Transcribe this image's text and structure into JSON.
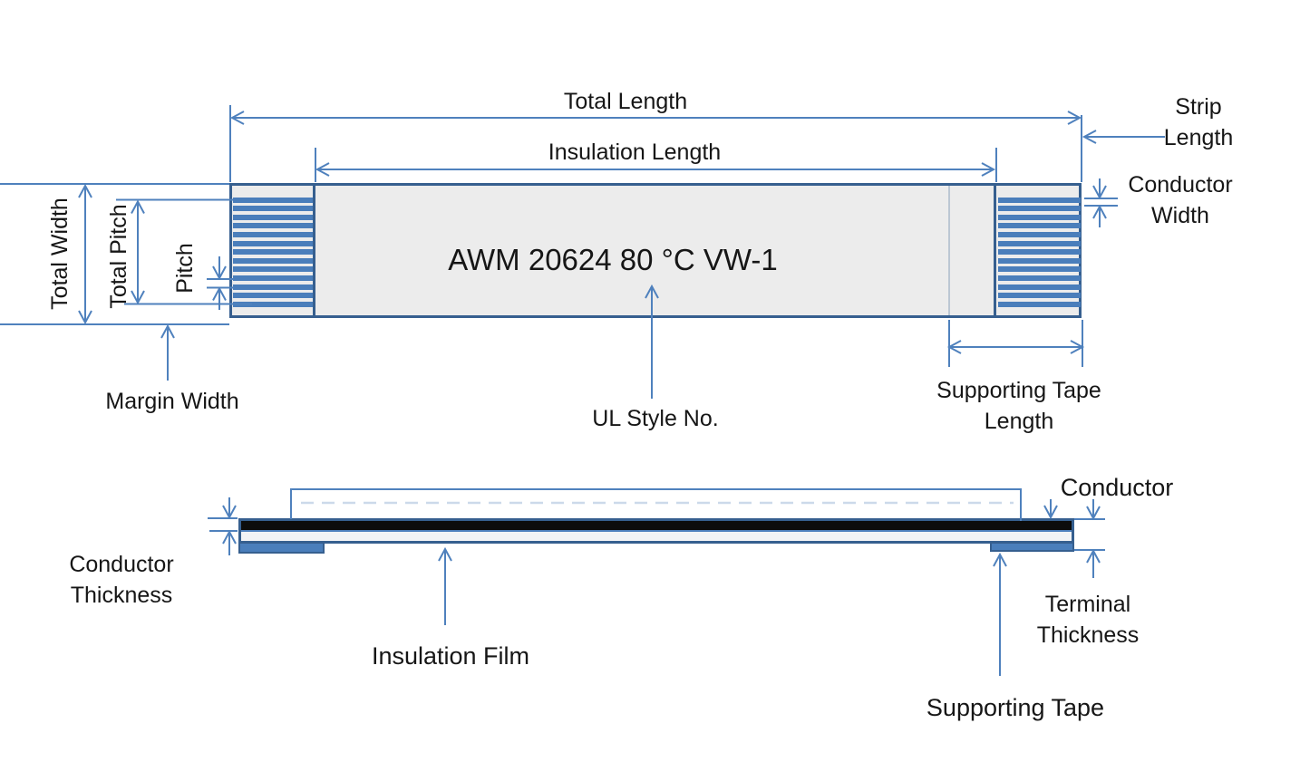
{
  "title": "Flat flexible cable dimension drawing",
  "colors": {
    "accent": "#4f81bd",
    "edge": "#365f8f",
    "stripe": "#4a7ebb",
    "body_gray": "#ececec",
    "film": "#f2f3f5",
    "conductor_black": "#0c0c0c",
    "tape_boundary_line": "#bcc7d3",
    "hidden_dash": "#ccd9ea",
    "text": "#161616"
  },
  "top_view": {
    "marking_text": "AWM 20624 80 °C VW-1",
    "conductor_stripe_count": 13,
    "labels": {
      "total_length": "Total Length",
      "insulation_length": "Insulation Length",
      "strip_length": "Strip Length",
      "conductor_width": "Conductor\nWidth",
      "total_width": "Total Width",
      "total_pitch": "Total Pitch",
      "pitch": "Pitch",
      "margin_width": "Margin Width",
      "ul_style_no": "UL Style No.",
      "supporting_tape_length": "Supporting Tape\nLength"
    }
  },
  "side_view": {
    "labels": {
      "conductor": "Conductor",
      "conductor_thickness": "Conductor\nThickness",
      "insulation_film": "Insulation Film",
      "terminal_thickness": "Terminal\nThickness",
      "supporting_tape": "Supporting Tape"
    }
  }
}
